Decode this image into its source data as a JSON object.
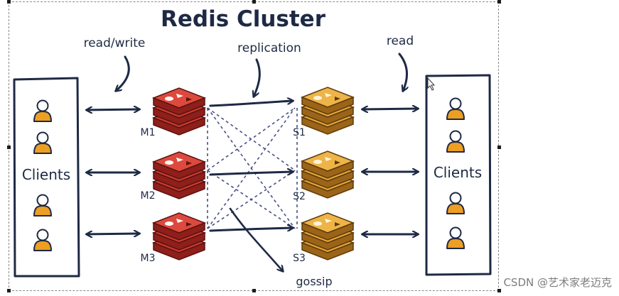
{
  "diagram": {
    "title": "Redis Cluster",
    "annotations": {
      "read_write": "read/write",
      "replication": "replication",
      "read": "read",
      "gossip": "gossip"
    },
    "client_panels": {
      "left_label": "Clients",
      "right_label": "Clients"
    },
    "masters": [
      "M1",
      "M2",
      "M3"
    ],
    "slaves": [
      "S1",
      "S2",
      "S3"
    ],
    "colors": {
      "master": "#cc3a30",
      "master_dark": "#8e1f1a",
      "slave": "#e3a535",
      "slave_dark": "#9b6418",
      "client": "#ec9f22",
      "ink": "#1e2a44",
      "gossip_line": "#4a4f86"
    }
  },
  "watermark": "CSDN @艺术家老迈克"
}
